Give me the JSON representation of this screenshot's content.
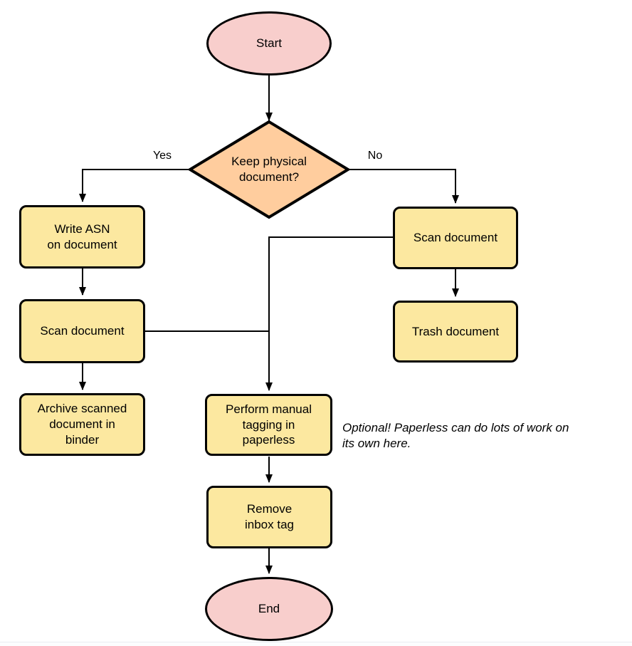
{
  "colors": {
    "terminal_fill": "#f8cecc",
    "decision_fill": "#ffcd9e",
    "process_fill": "#fce8a0",
    "stroke": "#000000",
    "divider": "#e9edf2"
  },
  "nodes": {
    "start": {
      "label": "Start",
      "type": "terminal"
    },
    "decision": {
      "label": "Keep physical\ndocument?",
      "type": "decision"
    },
    "write_asn": {
      "label": "Write ASN\non document",
      "type": "process"
    },
    "scan_left": {
      "label": "Scan document",
      "type": "process"
    },
    "archive": {
      "label": "Archive scanned\ndocument in\nbinder",
      "type": "process"
    },
    "scan_right": {
      "label": "Scan document",
      "type": "process"
    },
    "trash": {
      "label": "Trash document",
      "type": "process"
    },
    "tagging": {
      "label": "Perform manual\ntagging in\npaperless",
      "type": "process"
    },
    "remove_inbox": {
      "label": "Remove\ninbox tag",
      "type": "process"
    },
    "end": {
      "label": "End",
      "type": "terminal"
    }
  },
  "edge_labels": {
    "yes": "Yes",
    "no": "No"
  },
  "note": {
    "text": "Optional! Paperless can do lots of work on\nits own here."
  }
}
